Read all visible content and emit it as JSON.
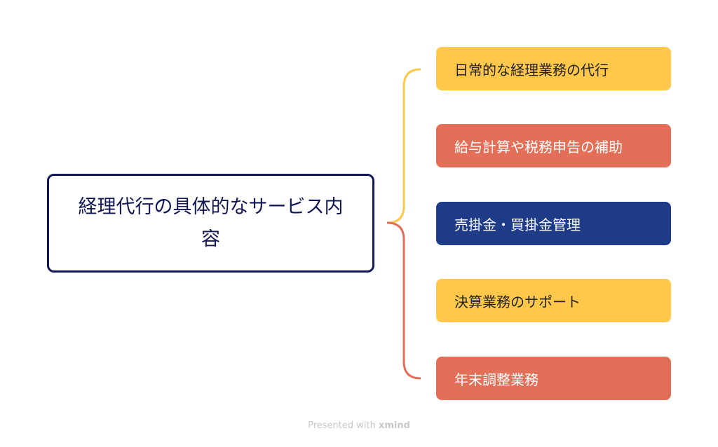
{
  "central_topic": "経理代行の具体的なサービス内容",
  "topics": [
    {
      "label": "日常的な経理業務の代行",
      "color": "#FFC84A",
      "text_color": "#222222"
    },
    {
      "label": "給与計算や税務申告の補助",
      "color": "#E36F58",
      "text_color": "#ffffff"
    },
    {
      "label": "売掛金・買掛金管理",
      "color": "#1F3C88",
      "text_color": "#ffffff"
    },
    {
      "label": "決算業務のサポート",
      "color": "#FFC84A",
      "text_color": "#222222"
    },
    {
      "label": "年末調整業務",
      "color": "#E36F58",
      "text_color": "#ffffff"
    }
  ],
  "footer": {
    "prefix": "Presented with",
    "brand": "xmind"
  }
}
